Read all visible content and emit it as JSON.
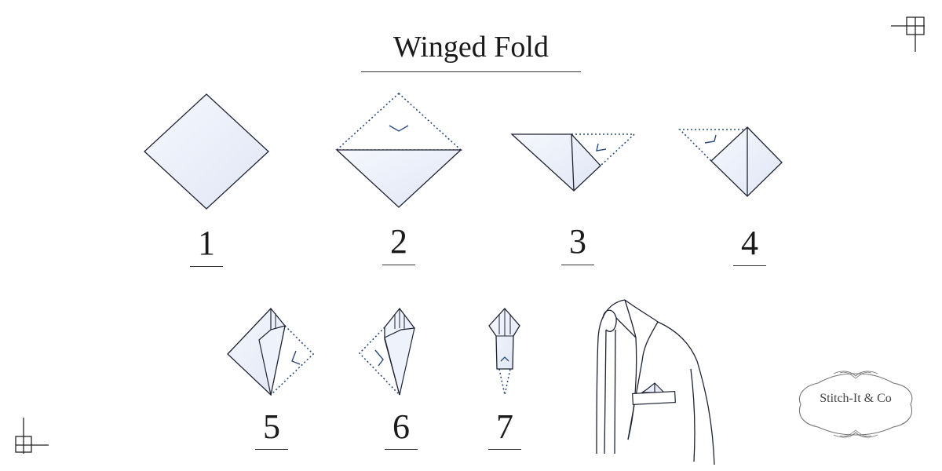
{
  "title": "Winged Fold",
  "steps": [
    "1",
    "2",
    "3",
    "4",
    "5",
    "6",
    "7"
  ],
  "brand": "Stitch-It & Co",
  "colors": {
    "cloth_fill": "#e9eef8",
    "outline": "#1f2333",
    "dotted": "#2a4a7a"
  }
}
